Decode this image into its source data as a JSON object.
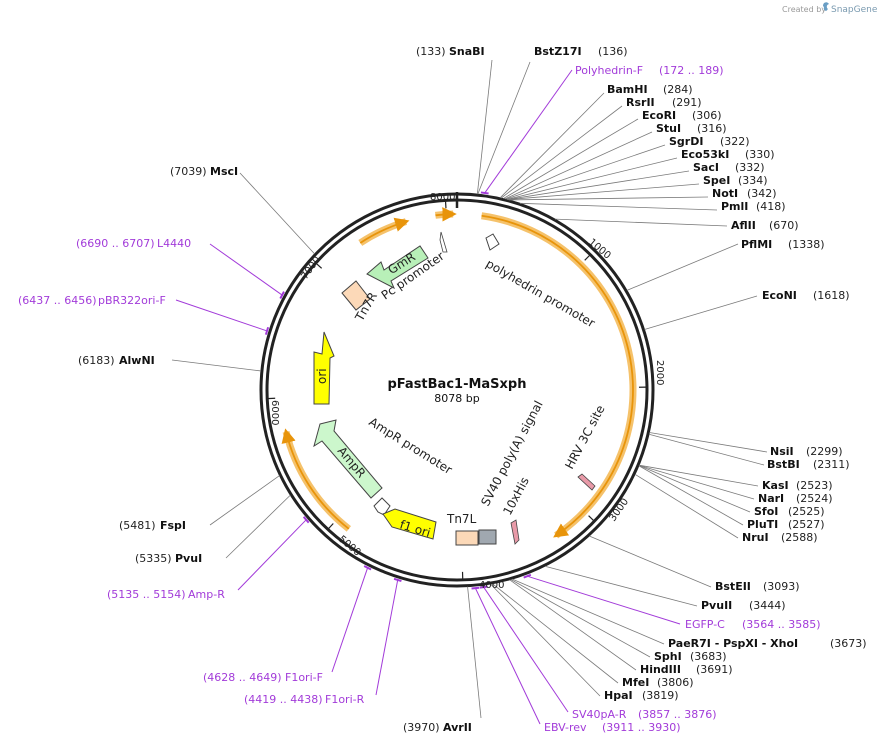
{
  "credit": {
    "prefix": "Created by",
    "brand": "SnapGene"
  },
  "plasmid": {
    "name": "pFastBac1-MaSxph",
    "size_label": "8078 bp",
    "length": 8078
  },
  "colors": {
    "backbone": "#222222",
    "primer": "#a23bd9",
    "highlight": "#f5c26b",
    "arrow": "#e8940a",
    "ori": "#ffff00",
    "gmr": "#b8f0b8",
    "ampr": "#ccf7cc",
    "tn7": "#fcd9b8",
    "gray": "#a0a8b0"
  },
  "tick_labels": [
    "1000",
    "2000",
    "3000",
    "4000",
    "5000",
    "6000",
    "7000",
    "8000"
  ],
  "enzymes": [
    {
      "name": "SnaBI",
      "pos": 133,
      "pos_label": "(133)"
    },
    {
      "name": "BstZ17I",
      "pos": 136,
      "pos_label": "(136)"
    },
    {
      "name": "BamHI",
      "pos": 284,
      "pos_label": "(284)"
    },
    {
      "name": "RsrII",
      "pos": 291,
      "pos_label": "(291)"
    },
    {
      "name": "EcoRI",
      "pos": 306,
      "pos_label": "(306)"
    },
    {
      "name": "StuI",
      "pos": 316,
      "pos_label": "(316)"
    },
    {
      "name": "SgrDI",
      "pos": 322,
      "pos_label": "(322)"
    },
    {
      "name": "Eco53kI",
      "pos": 330,
      "pos_label": "(330)"
    },
    {
      "name": "SacI",
      "pos": 332,
      "pos_label": "(332)"
    },
    {
      "name": "SpeI",
      "pos": 334,
      "pos_label": "(334)"
    },
    {
      "name": "NotI",
      "pos": 342,
      "pos_label": "(342)"
    },
    {
      "name": "PmlI",
      "pos": 418,
      "pos_label": "(418)"
    },
    {
      "name": "AflII",
      "pos": 670,
      "pos_label": "(670)"
    },
    {
      "name": "PflMI",
      "pos": 1338,
      "pos_label": "(1338)"
    },
    {
      "name": "EcoNI",
      "pos": 1618,
      "pos_label": "(1618)"
    },
    {
      "name": "NsiI",
      "pos": 2299,
      "pos_label": "(2299)"
    },
    {
      "name": "BstBI",
      "pos": 2311,
      "pos_label": "(2311)"
    },
    {
      "name": "KasI",
      "pos": 2523,
      "pos_label": "(2523)"
    },
    {
      "name": "NarI",
      "pos": 2524,
      "pos_label": "(2524)"
    },
    {
      "name": "SfoI",
      "pos": 2525,
      "pos_label": "(2525)"
    },
    {
      "name": "PluTI",
      "pos": 2527,
      "pos_label": "(2527)"
    },
    {
      "name": "NruI",
      "pos": 2588,
      "pos_label": "(2588)"
    },
    {
      "name": "BstEII",
      "pos": 3093,
      "pos_label": "(3093)"
    },
    {
      "name": "PvuII",
      "pos": 3444,
      "pos_label": "(3444)"
    },
    {
      "name": "PaeR7I - PspXI - XhoI",
      "pos": 3673,
      "pos_label": "(3673)"
    },
    {
      "name": "SphI",
      "pos": 3683,
      "pos_label": "(3683)"
    },
    {
      "name": "HindIII",
      "pos": 3691,
      "pos_label": "(3691)"
    },
    {
      "name": "MfeI",
      "pos": 3806,
      "pos_label": "(3806)"
    },
    {
      "name": "HpaI",
      "pos": 3819,
      "pos_label": "(3819)"
    },
    {
      "name": "AvrII",
      "pos": 3970,
      "pos_label": "(3970)"
    },
    {
      "name": "PvuI",
      "pos": 5335,
      "pos_label": "(5335)"
    },
    {
      "name": "FspI",
      "pos": 5481,
      "pos_label": "(5481)"
    },
    {
      "name": "AlwNI",
      "pos": 6183,
      "pos_label": "(6183)"
    },
    {
      "name": "MscI",
      "pos": 7039,
      "pos_label": "(7039)"
    }
  ],
  "primers": [
    {
      "name": "Polyhedrin-F",
      "range": "(172 .. 189)",
      "pos": 180
    },
    {
      "name": "EGFP-C",
      "range": "(3564 .. 3585)",
      "pos": 3575
    },
    {
      "name": "SV40pA-R",
      "range": "(3857 .. 3876)",
      "pos": 3866
    },
    {
      "name": "EBV-rev",
      "range": "(3911 .. 3930)",
      "pos": 3920
    },
    {
      "name": "F1ori-R",
      "range": "(4419 .. 4438)",
      "pos": 4428
    },
    {
      "name": "F1ori-F",
      "range": "(4628 .. 4649)",
      "pos": 4638
    },
    {
      "name": "Amp-R",
      "range": "(5135 .. 5154)",
      "pos": 5145
    },
    {
      "name": "pBR322ori-F",
      "range": "(6437 .. 6456)",
      "pos": 6446
    },
    {
      "name": "L4440",
      "range": "(6690 .. 6707)",
      "pos": 6698
    }
  ],
  "features": [
    {
      "name": "polyhedrin promoter",
      "start": 140,
      "end": 270,
      "type": "promoter"
    },
    {
      "name": "SV40 poly(A) signal",
      "start": 3400,
      "end": 3535,
      "type": "terminator"
    },
    {
      "name": "HRV 3C site",
      "start": 2800,
      "end": 2830,
      "type": "site"
    },
    {
      "name": "10xHis",
      "start": 3600,
      "end": 3630,
      "type": "tag"
    },
    {
      "name": "Tn7L",
      "start": 3870,
      "end": 4035,
      "type": "misc"
    },
    {
      "name": "f1 ori",
      "start": 4140,
      "end": 4596,
      "type": "ori"
    },
    {
      "name": "AmpR promoter",
      "start": 4650,
      "end": 4755,
      "type": "promoter"
    },
    {
      "name": "AmpR",
      "start": 4755,
      "end": 5615,
      "type": "gene"
    },
    {
      "name": "ori",
      "start": 5790,
      "end": 6380,
      "type": "ori"
    },
    {
      "name": "Tn7R",
      "start": 6870,
      "end": 7095,
      "type": "misc"
    },
    {
      "name": "GmR",
      "start": 7230,
      "end": 7760,
      "type": "gene"
    },
    {
      "name": "Pc promoter",
      "start": 7780,
      "end": 7820,
      "type": "promoter"
    }
  ]
}
